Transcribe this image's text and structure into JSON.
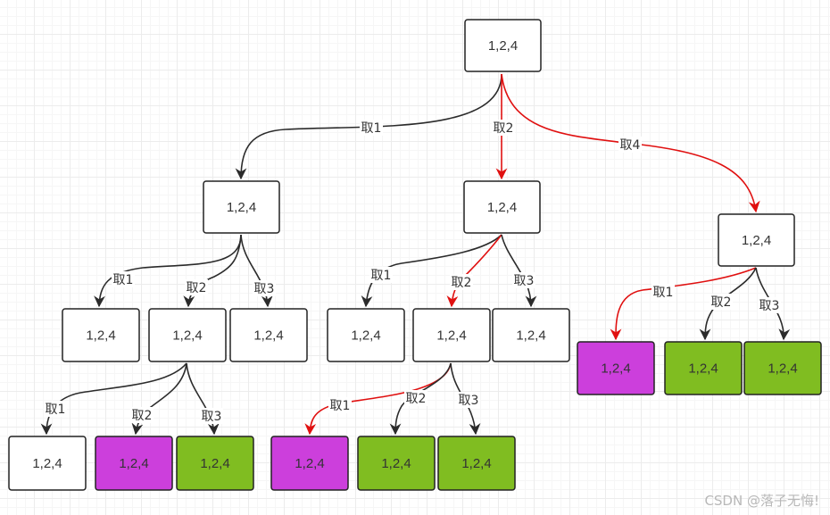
{
  "colors": {
    "node_default": "#ffffff",
    "node_purple": "#cc3fdc",
    "node_green": "#80bd21",
    "edge_default": "#2b2b2b",
    "edge_highlight": "#e01010"
  },
  "watermark": "CSDN @落子无悔!",
  "nodes": [
    {
      "id": "root",
      "label": "1,2,4",
      "fill": "default"
    },
    {
      "id": "a",
      "label": "1,2,4",
      "fill": "default"
    },
    {
      "id": "b",
      "label": "1,2,4",
      "fill": "default"
    },
    {
      "id": "c",
      "label": "1,2,4",
      "fill": "default"
    },
    {
      "id": "a1",
      "label": "1,2,4",
      "fill": "default"
    },
    {
      "id": "a2",
      "label": "1,2,4",
      "fill": "default"
    },
    {
      "id": "a3",
      "label": "1,2,4",
      "fill": "default"
    },
    {
      "id": "b1",
      "label": "1,2,4",
      "fill": "default"
    },
    {
      "id": "b2",
      "label": "1,2,4",
      "fill": "default"
    },
    {
      "id": "b3",
      "label": "1,2,4",
      "fill": "default"
    },
    {
      "id": "c1",
      "label": "1,2,4",
      "fill": "purple"
    },
    {
      "id": "c2",
      "label": "1,2,4",
      "fill": "green"
    },
    {
      "id": "c3",
      "label": "1,2,4",
      "fill": "green"
    },
    {
      "id": "a21",
      "label": "1,2,4",
      "fill": "default"
    },
    {
      "id": "a22",
      "label": "1,2,4",
      "fill": "purple"
    },
    {
      "id": "a23",
      "label": "1,2,4",
      "fill": "green"
    },
    {
      "id": "b21",
      "label": "1,2,4",
      "fill": "purple"
    },
    {
      "id": "b22",
      "label": "1,2,4",
      "fill": "green"
    },
    {
      "id": "b23",
      "label": "1,2,4",
      "fill": "green"
    }
  ],
  "edges": [
    {
      "id": "root-a",
      "label": "取1",
      "highlight": false
    },
    {
      "id": "root-b",
      "label": "取2",
      "highlight": true
    },
    {
      "id": "root-c",
      "label": "取4",
      "highlight": true
    },
    {
      "id": "a-a1",
      "label": "取1",
      "highlight": false
    },
    {
      "id": "a-a2",
      "label": "取2",
      "highlight": false
    },
    {
      "id": "a-a3",
      "label": "取3",
      "highlight": false
    },
    {
      "id": "b-b1",
      "label": "取1",
      "highlight": false
    },
    {
      "id": "b-b2",
      "label": "取2",
      "highlight": true
    },
    {
      "id": "b-b3",
      "label": "取3",
      "highlight": false
    },
    {
      "id": "c-c1",
      "label": "取1",
      "highlight": true
    },
    {
      "id": "c-c2",
      "label": "取2",
      "highlight": false
    },
    {
      "id": "c-c3",
      "label": "取3",
      "highlight": false
    },
    {
      "id": "a2-a21",
      "label": "取1",
      "highlight": false
    },
    {
      "id": "a2-a22",
      "label": "取2",
      "highlight": false
    },
    {
      "id": "a2-a23",
      "label": "取3",
      "highlight": false
    },
    {
      "id": "b2-b21",
      "label": "取1",
      "highlight": true
    },
    {
      "id": "b2-b22",
      "label": "取2",
      "highlight": false
    },
    {
      "id": "b2-b23",
      "label": "取3",
      "highlight": false
    }
  ]
}
